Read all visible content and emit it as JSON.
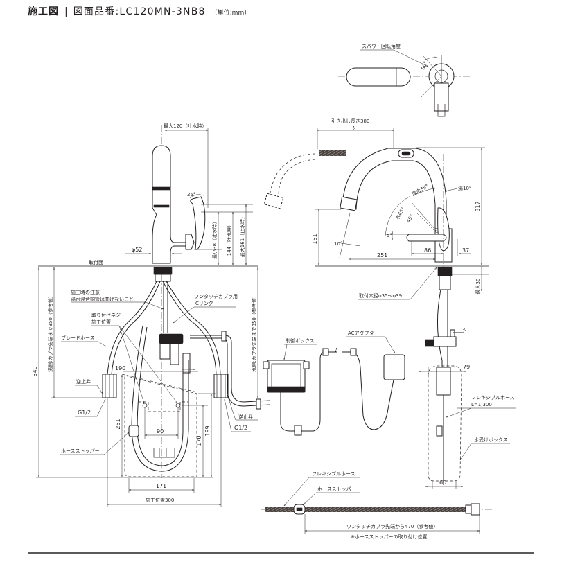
{
  "header": {
    "title": "施工図",
    "separator": "|",
    "drawing_number": "図面品番:LC120MN-3NB8",
    "unit": "（単位:mm）"
  },
  "top_view": {
    "spout_rotation_label": "スパウト回転角度",
    "spout_rotation_angle": "80°"
  },
  "side_view": {
    "max_120": "最大120（吐水時）",
    "angle_25": "25°",
    "phi_52": "φ52",
    "min_38": "最小38（吐水時）",
    "h_144": "144（吐水時）",
    "max_161": "最大161（止水時）",
    "mount_surface": "取付面"
  },
  "front_view": {
    "pullout_length": "引き出し長さ380",
    "hot_10": "湯10°",
    "mix_35": "混合35°",
    "cold_45": "水45°",
    "angle_45": "45°",
    "angle_5": "5°",
    "angle_10": "10°",
    "h_151": "151",
    "h_317": "317",
    "w_251": "251",
    "w_86": "86",
    "w_37": "37",
    "max_30": "最大30",
    "mount_hole": "取付穴径φ35～φ39"
  },
  "under_view": {
    "caution_line1": "施工時の注意",
    "caution_line2": "湯水混合銅管は曲げないこと",
    "onetouch_coupler": "ワンタッチカプラ用",
    "c_ring": "Cリング",
    "mount_screw_line1": "取り付けネジ",
    "mount_screw_line2": "施工位置",
    "braided_hose": "ブレードホース",
    "check_valve_left": "逆止弁",
    "check_valve_right": "逆止弁",
    "g12_left": "G1/2",
    "g12_right": "G1/2",
    "hose_stopper": "ホースストッパー",
    "hot_side_350": "湯側:カプラ先端まで350（参考値）",
    "cold_side_350": "水側:カプラ先端まで350（参考値）",
    "h_540": "540",
    "w_190": "190",
    "h_251": "251",
    "w_90": "90",
    "h_170": "170",
    "h_199": "199",
    "w_171": "171",
    "install_position": "施工位置300"
  },
  "control": {
    "control_box": "制御ボックス",
    "ac_adapter": "ACアダプター"
  },
  "right_view": {
    "w_79": "79",
    "flex_hose": "フレキシブルホース",
    "flex_hose_length": "L=1,300",
    "water_box": "水受けボックス",
    "w_60": "60"
  },
  "hose_detail": {
    "flex_hose": "フレキシブルホース",
    "hose_stopper": "ホースストッパー",
    "coupler_470": "ワンタッチカプラ先端から470（参考値）",
    "note": "※ホースストッパーの取り付け位置"
  }
}
